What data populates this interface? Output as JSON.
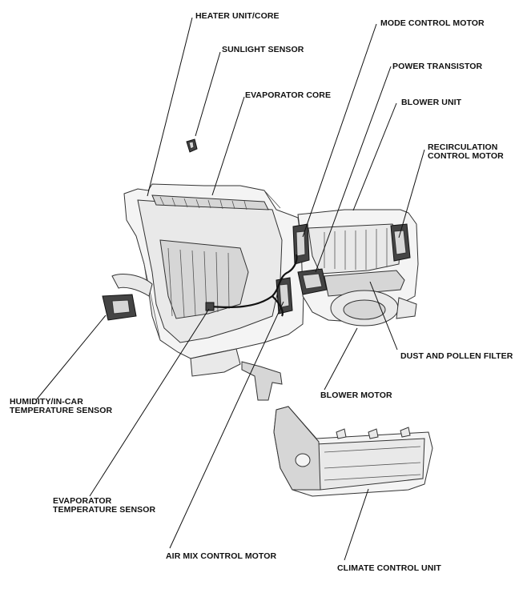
{
  "labels": {
    "heater_unit_core": "HEATER UNIT/CORE",
    "sunlight_sensor": "SUNLIGHT SENSOR",
    "evaporator_core": "EVAPORATOR CORE",
    "mode_control_motor": "MODE CONTROL MOTOR",
    "power_transistor": "POWER TRANSISTOR",
    "blower_unit": "BLOWER UNIT",
    "recirculation_control_motor": [
      "RECIRCULATION",
      "CONTROL MOTOR"
    ],
    "dust_and_pollen_filter": "DUST AND POLLEN FILTER",
    "blower_motor": "BLOWER MOTOR",
    "humidity_in_car_temperature_sensor": [
      "HUMIDITY/IN-CAR",
      "TEMPERATURE SENSOR"
    ],
    "evaporator_temperature_sensor": [
      "EVAPORATOR",
      "TEMPERATURE SENSOR"
    ],
    "air_mix_control_motor": "AIR MIX CONTROL MOTOR",
    "climate_control_unit": "CLIMATE CONTROL UNIT"
  }
}
